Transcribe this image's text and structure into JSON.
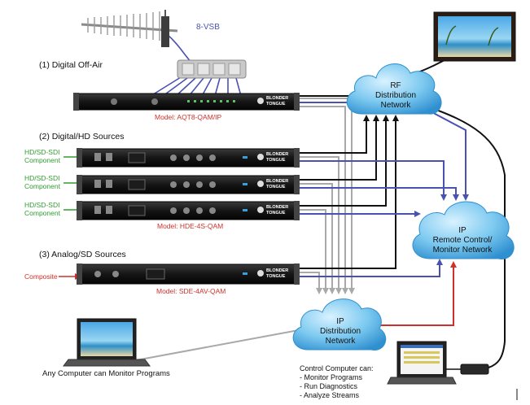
{
  "antenna": {
    "signal_label": "8-VSB"
  },
  "sections": {
    "digital_off_air": "(1) Digital Off-Air",
    "digital_hd": "(2) Digital/HD Sources",
    "analog_sd": "(3) Analog/SD Sources"
  },
  "models": {
    "aqt8": "Model: AQT8-QAM/IP",
    "hde4s": "Model: HDE-4S-QAM",
    "sde4av": "Model: SDE-4AV-QAM"
  },
  "inputs": {
    "hd_line1": "HD/SD-SDI",
    "hd_line2": "Component",
    "composite": "Composite"
  },
  "brand": {
    "line1": "BLONDER",
    "line2": "TONGUE"
  },
  "clouds": {
    "rf": {
      "line1": "RF",
      "line2": "Distribution",
      "line3": "Network"
    },
    "ip_remote": {
      "line1": "IP",
      "line2": "Remote Control/",
      "line3": "Monitor Network"
    },
    "ip_dist": {
      "line1": "IP",
      "line2": "Distribution",
      "line3": "Network"
    }
  },
  "captions": {
    "any_computer": "Any Computer can Monitor Programs",
    "control_title": "Control Computer can:",
    "control_items": [
      "- Monitor Programs",
      "- Run Diagnostics",
      "- Analyze Streams"
    ]
  },
  "colors": {
    "rf_link": "#111111",
    "ip_link": "#4a52b0",
    "monitor_link": "#a9a9a9",
    "control_link": "#d0302a",
    "hd_input": "#2e9e2e",
    "composite_input": "#d0302a",
    "model_text": "#d0302a",
    "cloud": "#3aa0dc"
  }
}
